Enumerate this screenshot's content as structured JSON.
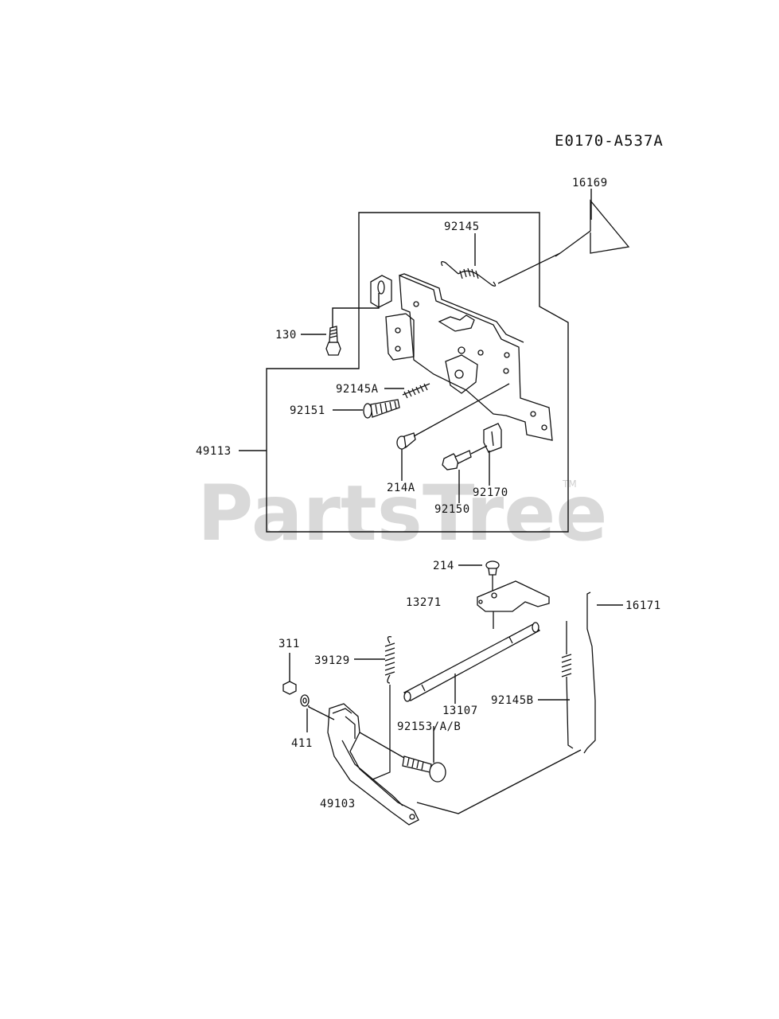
{
  "diagram_code": "E0170-A537A",
  "watermark": {
    "text": "PartsTree",
    "trademark": "TM"
  },
  "parts": {
    "p16169": "16169",
    "p92145": "92145",
    "p130": "130",
    "p92145A": "92145A",
    "p92151": "92151",
    "p49113": "49113",
    "p214A": "214A",
    "p92170": "92170",
    "p92150": "92150",
    "p214": "214",
    "p13271": "13271",
    "p16171": "16171",
    "p311": "311",
    "p39129": "39129",
    "p13107": "13107",
    "p92145B": "92145B",
    "p411": "411",
    "p92153": "92153/A/B",
    "p49103": "49103"
  }
}
